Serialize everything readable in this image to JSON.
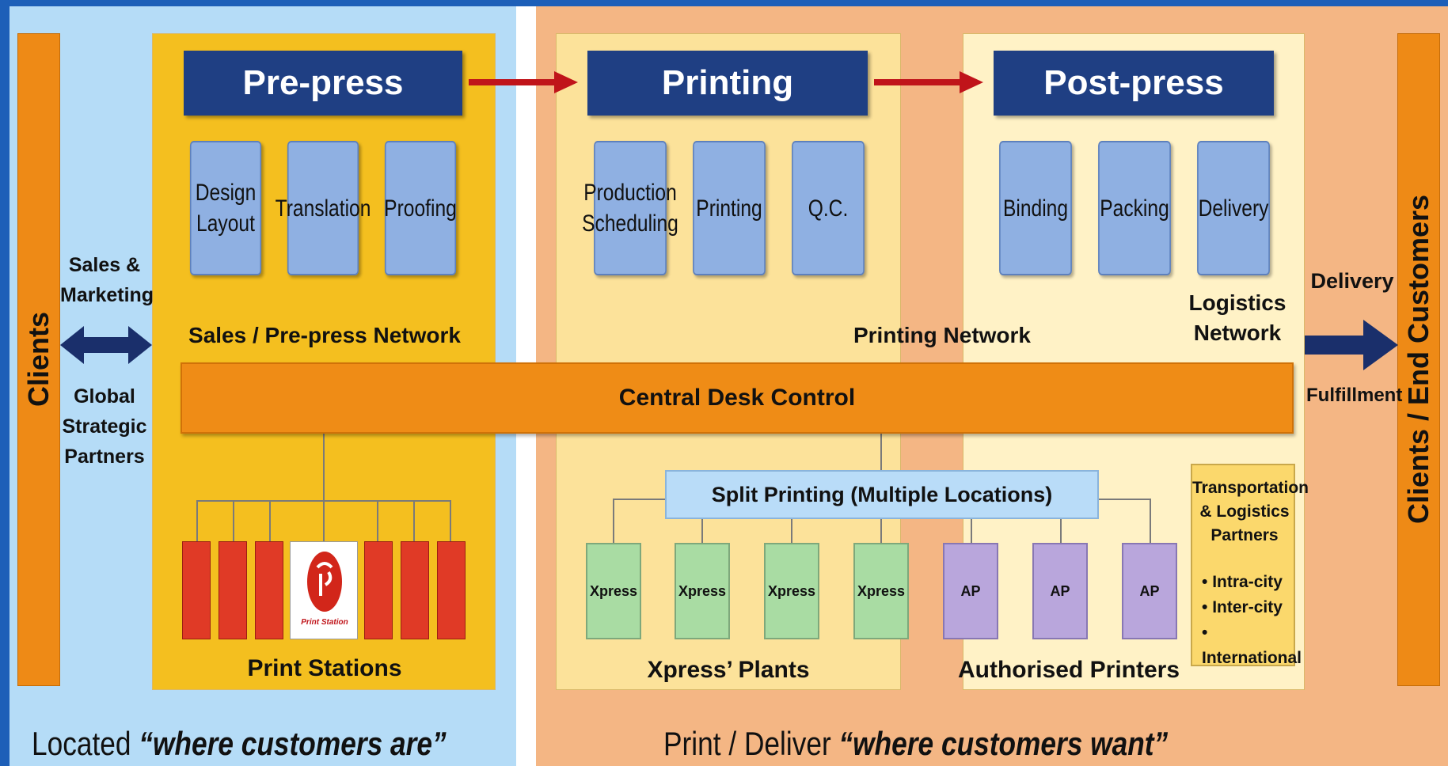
{
  "left_side": {
    "label": "Clients"
  },
  "right_side": {
    "label": "Clients / End Customers"
  },
  "left_arrow_labels": {
    "top": [
      "Sales &",
      "Marketing"
    ],
    "bottom": [
      "Global",
      "Strategic",
      "Partners"
    ]
  },
  "right_arrow_labels": {
    "top": "Delivery",
    "bottom": "Fulfillment"
  },
  "stages": {
    "prepress": {
      "title": "Pre-press",
      "steps": [
        [
          "Design",
          "Layout"
        ],
        [
          "Translation"
        ],
        [
          "Proofing"
        ]
      ],
      "network": "Sales / Pre-press Network"
    },
    "printing": {
      "title": "Printing",
      "steps": [
        [
          "Production",
          "Scheduling"
        ],
        [
          "Printing"
        ],
        [
          "Q.C."
        ]
      ],
      "network": "Printing Network"
    },
    "postpress": {
      "title": "Post-press",
      "steps": [
        [
          "Binding"
        ],
        [
          "Packing"
        ],
        [
          "Delivery"
        ]
      ],
      "network": [
        "Logistics",
        "Network"
      ]
    }
  },
  "central": {
    "label": "Central Desk Control"
  },
  "split": {
    "label": "Split Printing (Multiple Locations)"
  },
  "print_stations": {
    "label": "Print Stations",
    "logo_text": "Print Station"
  },
  "xpress_plants": {
    "label": "Xpress’ Plants",
    "items": [
      "Xpress",
      "Xpress",
      "Xpress",
      "Xpress"
    ]
  },
  "authorised_printers": {
    "label": "Authorised Printers",
    "items": [
      "AP",
      "AP",
      "AP"
    ]
  },
  "transport": {
    "title": [
      "Transportation",
      "& Logistics",
      "Partners"
    ],
    "bullets": [
      "Intra-city",
      "Inter-city",
      "International"
    ]
  },
  "captions": {
    "left_plain": "Located ",
    "left_emph": "“where customers are”",
    "right_plain": "Print / Deliver ",
    "right_emph": "“where customers want”"
  },
  "colors": {
    "header": "#1f3f83",
    "orange": "#ee8a16",
    "arrow_red": "#c0141a",
    "arrow_navy": "#1a2f6b"
  }
}
